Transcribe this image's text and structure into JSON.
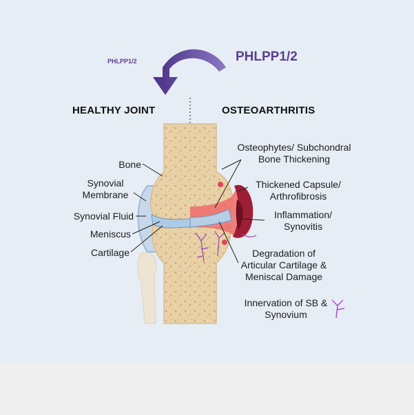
{
  "header": {
    "phlpp_small": "PHLPP1/2",
    "phlpp_large": "PHLPP1/2",
    "healthy_title": "HEALTHY JOINT",
    "oa_title": "OSTEOARTHRITIS"
  },
  "left_labels": {
    "bone": "Bone",
    "synovial_membrane_l1": "Synovial",
    "synovial_membrane_l2": "Membrane",
    "synovial_fluid": "Synovial Fluid",
    "meniscus": "Meniscus",
    "cartilage": "Cartilage"
  },
  "right_labels": {
    "osteophytes_l1": "Osteophytes/ Subchondral",
    "osteophytes_l2": "Bone Thickening",
    "capsule_l1": "Thickened Capsule/",
    "capsule_l2": "Arthrofibrosis",
    "inflammation_l1": "Inflammation/",
    "inflammation_l2": "Synovitis",
    "degradation_l1": "Degradation of",
    "degradation_l2": "Articular Cartilage &",
    "degradation_l3": "Meniscal Damage",
    "innervation_l1": "Innervation of SB &",
    "innervation_l2": "Synovium"
  },
  "colors": {
    "background": "#e6edf4",
    "arrow": "#5a3e8e",
    "bone": "#e9d1a7",
    "inflammation": "#d8304a",
    "nerve": "#9b3fb8",
    "synovial_fluid": "#b8cfe6"
  },
  "icons": [
    "curved-arrow-icon",
    "nerve-icon"
  ]
}
